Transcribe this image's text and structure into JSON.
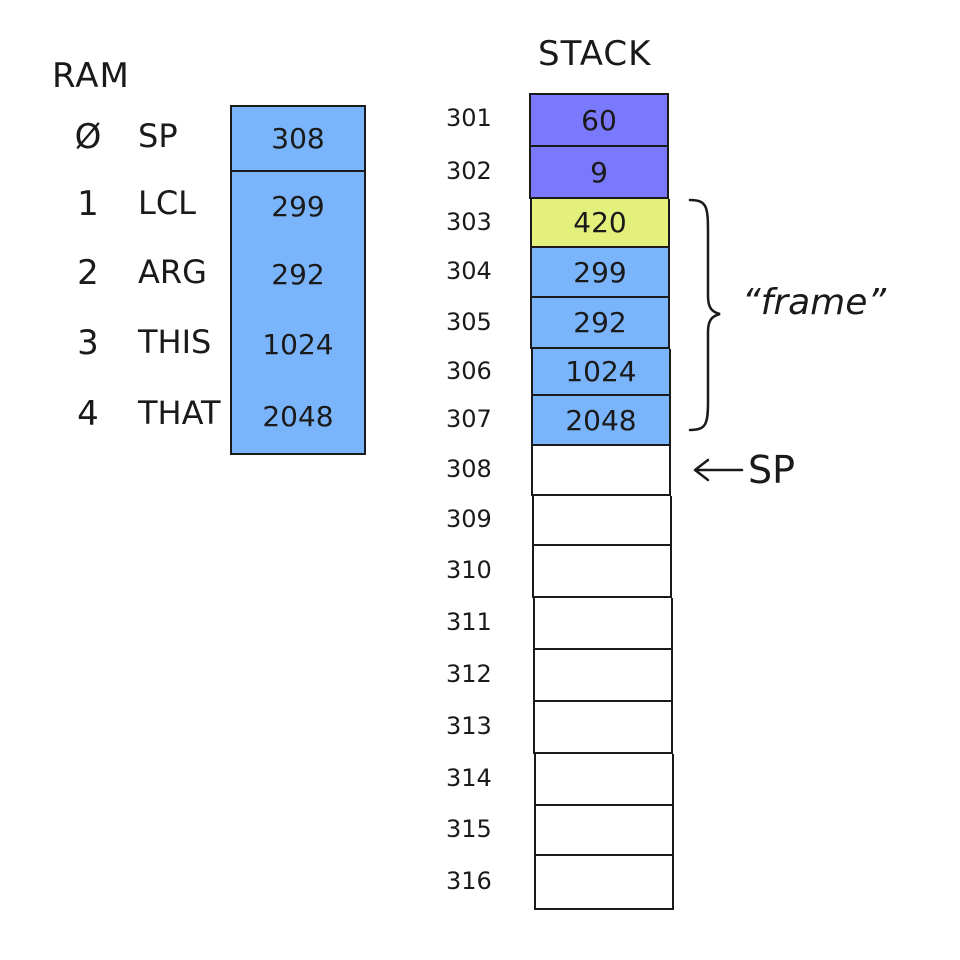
{
  "ram": {
    "title": "RAM",
    "rows": [
      {
        "index": "Ø",
        "name": "SP",
        "value": "308"
      },
      {
        "index": "1",
        "name": "LCL",
        "value": "299"
      },
      {
        "index": "2",
        "name": "ARG",
        "value": "292"
      },
      {
        "index": "3",
        "name": "THIS",
        "value": "1024"
      },
      {
        "index": "4",
        "name": "THAT",
        "value": "2048"
      }
    ]
  },
  "stack": {
    "title": "STACK",
    "cells": [
      {
        "address": "301",
        "value": "60",
        "color": "#7a78fb"
      },
      {
        "address": "302",
        "value": "9",
        "color": "#7a78fb"
      },
      {
        "address": "303",
        "value": "420",
        "color": "#e3f07c"
      },
      {
        "address": "304",
        "value": "299",
        "color": "#7ab4fb"
      },
      {
        "address": "305",
        "value": "292",
        "color": "#7ab4fb"
      },
      {
        "address": "306",
        "value": "1024",
        "color": "#7ab4fb"
      },
      {
        "address": "307",
        "value": "2048",
        "color": "#7ab4fb"
      },
      {
        "address": "308",
        "value": "",
        "color": "#ffffff"
      },
      {
        "address": "309",
        "value": "",
        "color": "#ffffff"
      },
      {
        "address": "310",
        "value": "",
        "color": "#ffffff"
      },
      {
        "address": "311",
        "value": "",
        "color": "#ffffff"
      },
      {
        "address": "312",
        "value": "",
        "color": "#ffffff"
      },
      {
        "address": "313",
        "value": "",
        "color": "#ffffff"
      },
      {
        "address": "314",
        "value": "",
        "color": "#ffffff"
      },
      {
        "address": "315",
        "value": "",
        "color": "#ffffff"
      },
      {
        "address": "316",
        "value": "",
        "color": "#ffffff"
      }
    ]
  },
  "annotations": {
    "frame_label": "“frame”",
    "sp_pointer_label": "SP"
  },
  "colors": {
    "register_blue": "#7ab4fb",
    "purple": "#7a78fb",
    "yellow": "#e3f07c",
    "ink": "#1a1a1a"
  }
}
